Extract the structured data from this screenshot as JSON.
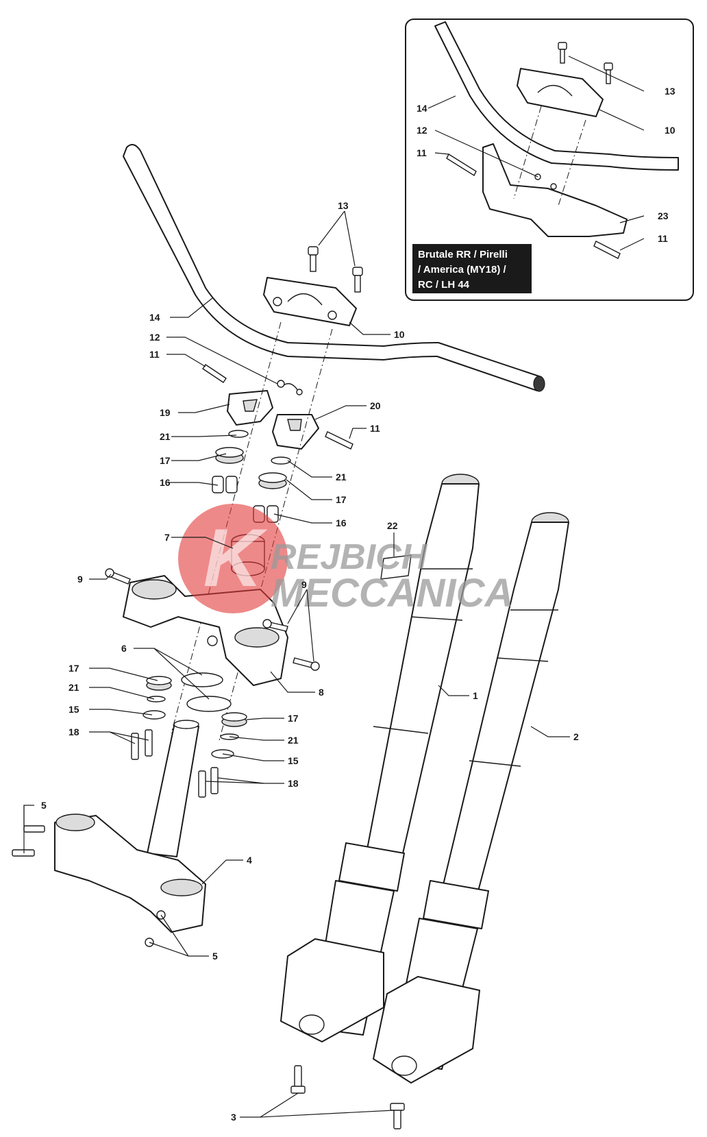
{
  "callouts": {
    "c13_main": "13",
    "c14_main": "14",
    "c10_main": "10",
    "c12_main": "12",
    "c11_main_a": "11",
    "c19": "19",
    "c20": "20",
    "c11_main_b": "11",
    "c21_a": "21",
    "c17_a": "17",
    "c21_b": "21",
    "c16_a": "16",
    "c17_b": "17",
    "c16_b": "16",
    "c7": "7",
    "c22": "22",
    "c9_a": "9",
    "c9_b": "9",
    "c6": "6",
    "c8": "8",
    "c1": "1",
    "c17_c": "17",
    "c21_c": "21",
    "c15_a": "15",
    "c17_d": "17",
    "c2": "2",
    "c18_a": "18",
    "c21_d": "21",
    "c15_b": "15",
    "c18_b": "18",
    "c5_a": "5",
    "c4": "4",
    "c5_b": "5",
    "c3": "3",
    "inset_13": "13",
    "inset_14": "14",
    "inset_10": "10",
    "inset_12": "12",
    "inset_11_a": "11",
    "inset_23": "23",
    "inset_11_b": "11"
  },
  "inset": {
    "label_lines": [
      "Brutale RR / Pirelli",
      "/ America (MY18) /",
      "RC / LH 44"
    ]
  },
  "watermark": {
    "line1": "REJBICH",
    "line2": "MECCANICA",
    "logo_letter": "K",
    "logo_color": "#e23a3a"
  }
}
